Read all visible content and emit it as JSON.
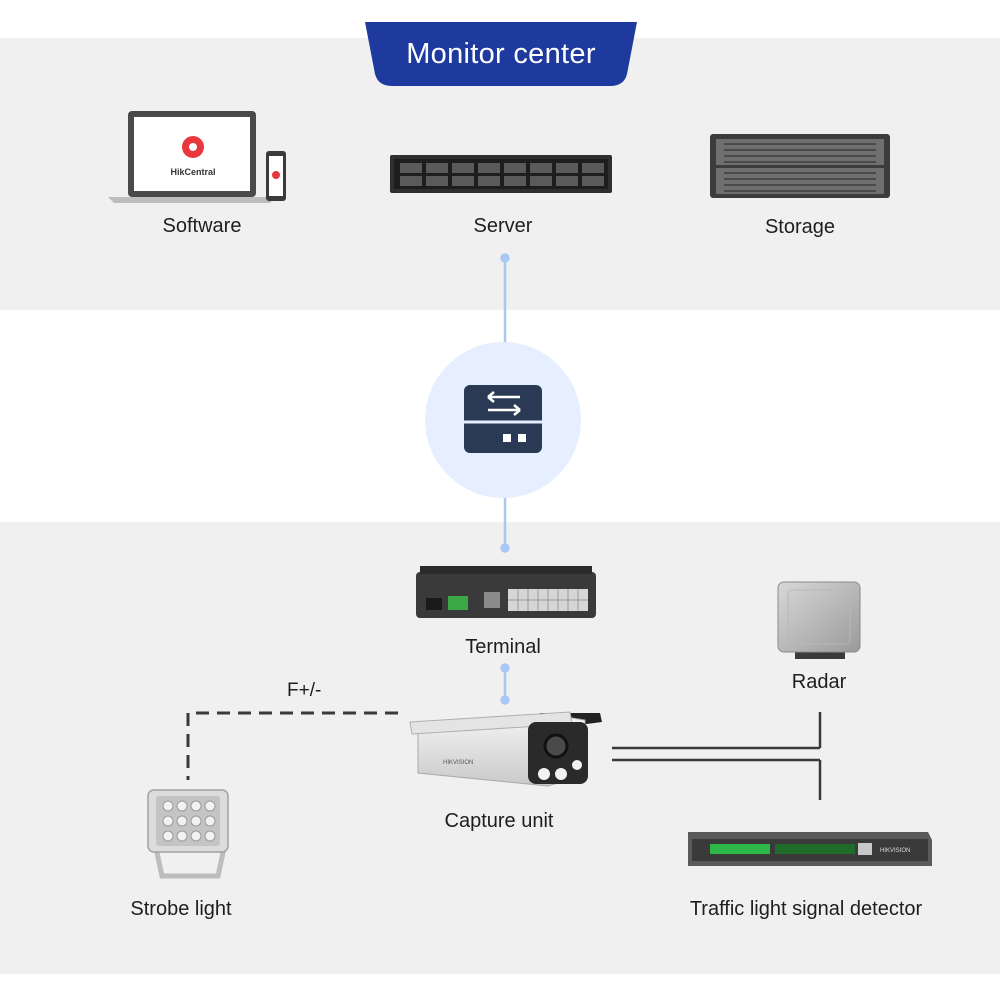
{
  "header": {
    "title": "Monitor center"
  },
  "nodes": {
    "software": {
      "label": "Software",
      "screen_text": "HikCentral"
    },
    "server": {
      "label": "Server"
    },
    "storage": {
      "label": "Storage"
    },
    "terminal": {
      "label": "Terminal"
    },
    "radar": {
      "label": "Radar"
    },
    "capture_unit": {
      "label": "Capture unit",
      "brand_text": "HIKVISION"
    },
    "strobe_light": {
      "label": "Strobe light"
    },
    "traffic_detector": {
      "label": "Traffic light signal detector",
      "brand_text": "HIKVISION"
    }
  },
  "connections": {
    "strobe_to_capture": {
      "label": "F+/-"
    }
  },
  "icons": {
    "hub": "network-switch-icon"
  },
  "colors": {
    "header_bg": "#1e3a9e",
    "band_bg": "#f0f0f0",
    "link_line": "#a9c8f2",
    "hub_circle": "#e6efff",
    "hub_icon": "#2a3a55",
    "wire": "#3a3a3a"
  }
}
